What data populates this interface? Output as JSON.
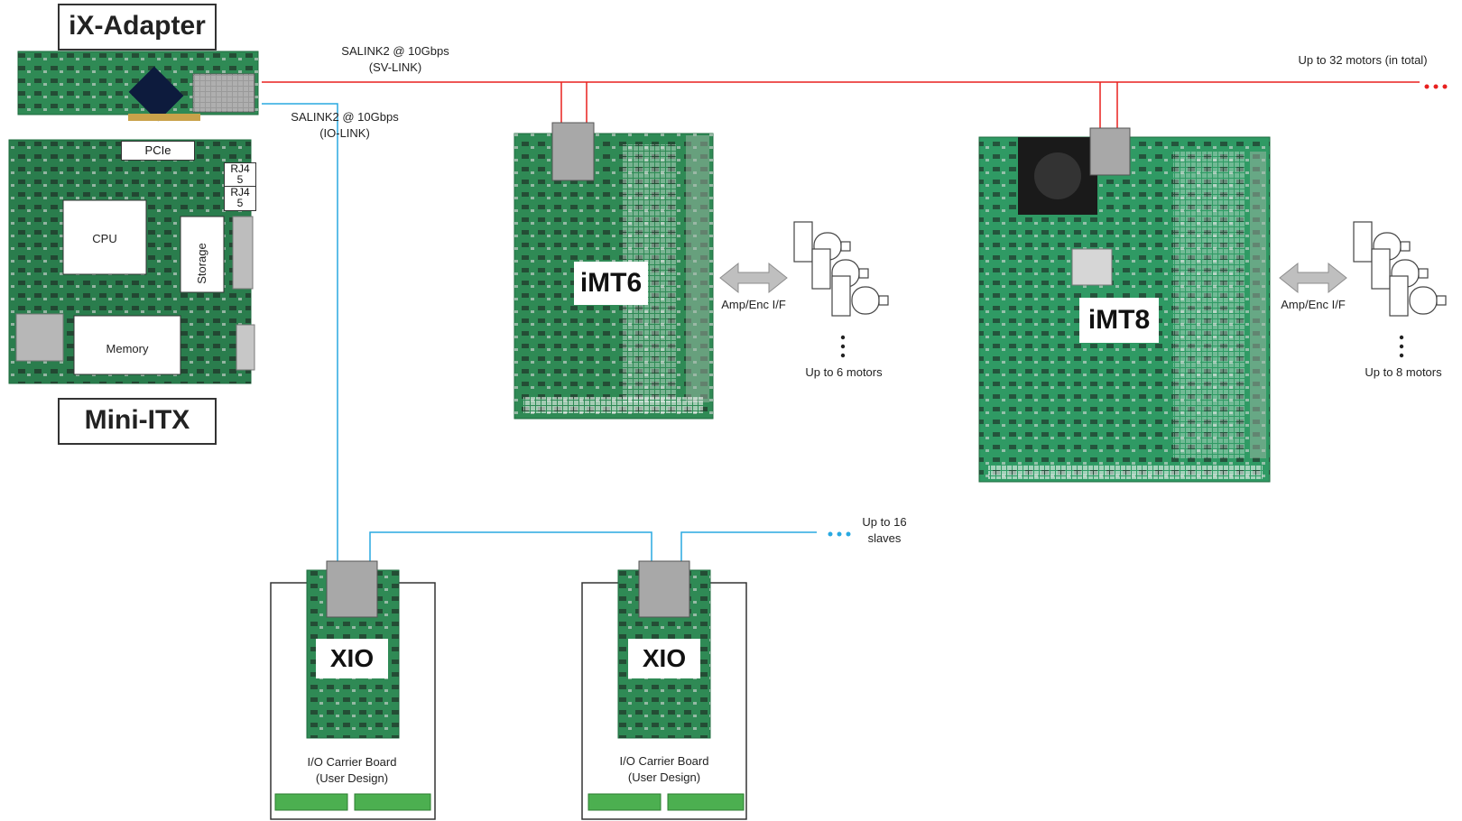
{
  "titles": {
    "adapter": "iX-Adapter",
    "itx": "Mini-ITX"
  },
  "motherboard": {
    "pcie": "PCIe",
    "rj45_top": "RJ4\n5",
    "rj45_bottom": "RJ4\n5",
    "cpu": "CPU",
    "storage": "Storage",
    "memory": "Memory"
  },
  "links": {
    "sv_line1": "SALINK2 @ 10Gbps",
    "sv_line2": "(SV-LINK)",
    "io_line1": "SALINK2 @ 10Gbps",
    "io_line2": "(IO-LINK)",
    "sv_color": "#e8201e",
    "io_color": "#29a9e1"
  },
  "boards": {
    "imt6": "iMT6",
    "imt8": "iMT8",
    "xio1": "XIO",
    "xio2": "XIO"
  },
  "annotations": {
    "up_to_32": "Up to 32 motors (in total)",
    "amp_enc_1": "Amp/Enc I/F",
    "amp_enc_2": "Amp/Enc I/F",
    "up_to_6": "Up to 6 motors",
    "up_to_8": "Up to 8 motors",
    "up_to_16_line1": "Up to 16",
    "up_to_16_line2": "slaves",
    "carrier1_line1": "I/O Carrier Board",
    "carrier1_line2": "(User Design)",
    "carrier2_line1": "I/O Carrier Board",
    "carrier2_line2": "(User Design)"
  },
  "colors": {
    "pcb_green": "#2f8a55",
    "pcb_dark": "#1d6b3e",
    "frame": "#333333"
  }
}
